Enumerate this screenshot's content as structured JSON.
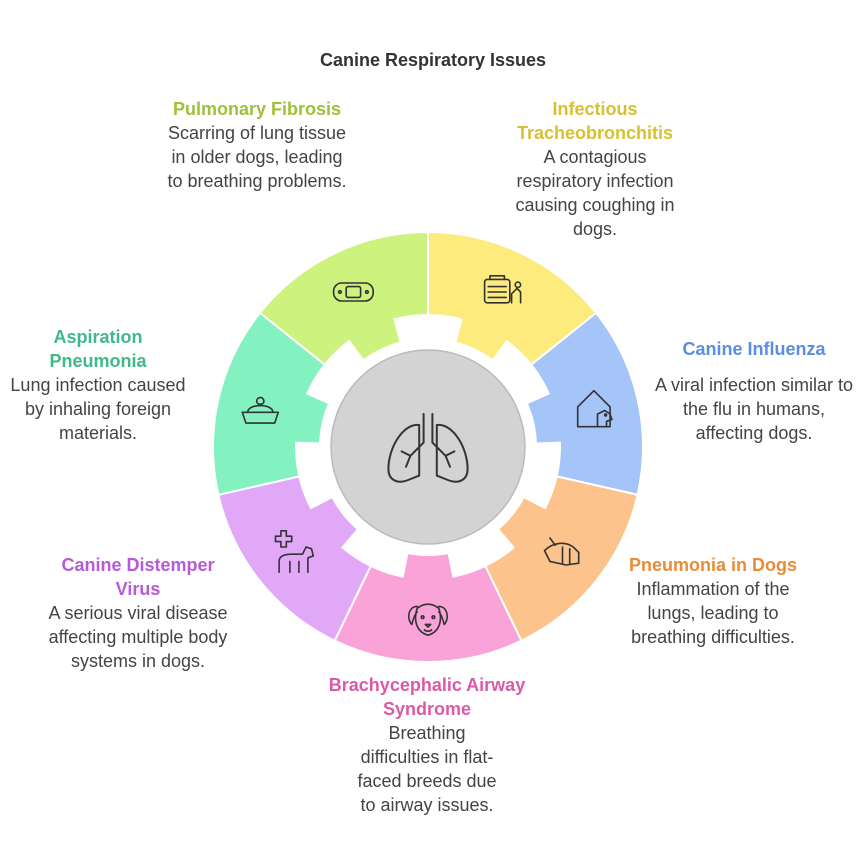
{
  "title": "Canine Respiratory Issues",
  "segments": [
    {
      "id": "pulmonary-fibrosis",
      "title": "Pulmonary Fibrosis",
      "description": "Scarring of lung tissue in older dogs, leading to breathing problems.",
      "color": "#cdf27e",
      "title_color": "#a0c03a",
      "icon": "dog-collar-icon"
    },
    {
      "id": "infectious-tracheobronchitis",
      "title": "Infectious Tracheobronchitis",
      "description": "A contagious respiratory infection causing coughing in dogs.",
      "color": "#fdeb7d",
      "title_color": "#d9c030",
      "icon": "pet-carrier-icon"
    },
    {
      "id": "canine-influenza",
      "title": "Canine Influenza",
      "description": "A viral infection similar to the flu in humans, affecting dogs.",
      "color": "#a5c4f8",
      "title_color": "#5b8ee0",
      "icon": "dog-house-icon"
    },
    {
      "id": "pneumonia-in-dogs",
      "title": "Pneumonia in Dogs",
      "description": "Inflammation of the lungs, leading to breathing difficulties.",
      "color": "#fdc38c",
      "title_color": "#e98c36",
      "icon": "dog-muzzle-icon"
    },
    {
      "id": "brachycephalic-airway-syndrome",
      "title": "Brachycephalic Airway Syndrome",
      "description": "Breathing difficulties in flat-faced breeds due to airway issues.",
      "color": "#f9a3d9",
      "title_color": "#db5aa8",
      "icon": "dog-face-icon"
    },
    {
      "id": "canine-distemper-virus",
      "title": "Canine Distemper Virus",
      "description": "A serious viral disease affecting multiple body systems in dogs.",
      "color": "#e1a8f8",
      "title_color": "#b65ad8",
      "icon": "dog-health-icon"
    },
    {
      "id": "aspiration-pneumonia",
      "title": "Aspiration Pneumonia",
      "description": "Lung infection caused by inhaling foreign materials.",
      "color": "#84f1c1",
      "title_color": "#3fb98a",
      "icon": "dog-bowl-icon"
    }
  ],
  "center": {
    "icon": "lungs-icon",
    "color": "#d3d3d3"
  }
}
